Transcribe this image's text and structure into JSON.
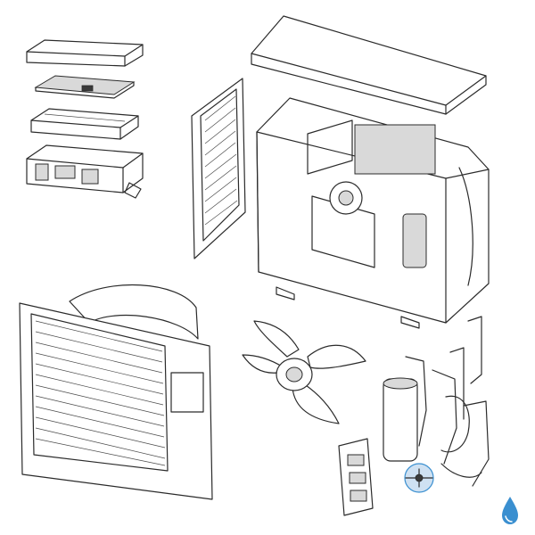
{
  "diagram": {
    "parts": [
      "top-cover-panel",
      "control-board-cover",
      "control-board-tray",
      "electrical-box",
      "side-grille-panel",
      "top-lid-panel",
      "unit-chassis",
      "front-panel",
      "fan-blade",
      "refrigerant-piping-assembly",
      "terminal-plate",
      "highlighted-valve"
    ],
    "colors": {
      "line": "#2b2b2b",
      "fill": "#ffffff",
      "shade": "#d9d9d9",
      "highlight": "#a8c8e8",
      "brand": "#3a8fd0"
    },
    "brand_icon": "water-drop-logo-icon"
  }
}
